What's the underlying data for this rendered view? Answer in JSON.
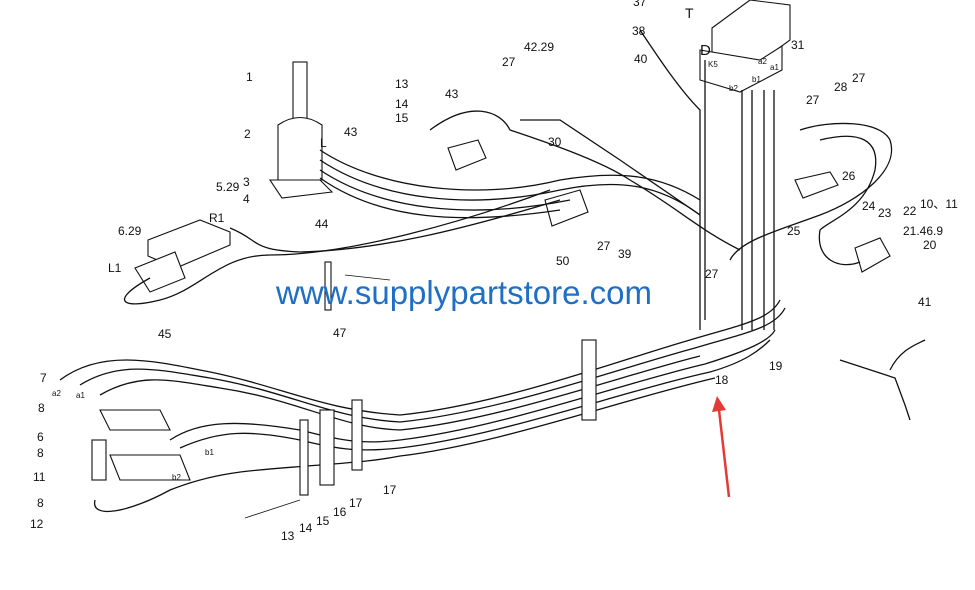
{
  "diagram": {
    "watermark": "www.supplypartstore.com",
    "colors": {
      "watermark": "#1f6fc5",
      "arrow": "#e53935",
      "line": "#111111"
    },
    "labels": [
      "37",
      "T",
      "38",
      "40",
      "D",
      "K5",
      "a2",
      "a1",
      "b1",
      "b2",
      "31",
      "42.29",
      "27",
      "13",
      "14",
      "15",
      "43",
      "43",
      "1",
      "2",
      "L",
      "3",
      "4",
      "5.29",
      "44",
      "30",
      "27",
      "28",
      "27",
      "26",
      "24",
      "23",
      "22",
      "10、11",
      "21.46.9",
      "20",
      "25",
      "39",
      "27",
      "27",
      "50",
      "R1",
      "6.29",
      "L1",
      "47",
      "45",
      "41",
      "19",
      "18",
      "7",
      "a2",
      "a1",
      "8",
      "6",
      "8",
      "11",
      "8",
      "12",
      "b1",
      "b2",
      "17",
      "17",
      "16",
      "15",
      "14",
      "13"
    ]
  }
}
